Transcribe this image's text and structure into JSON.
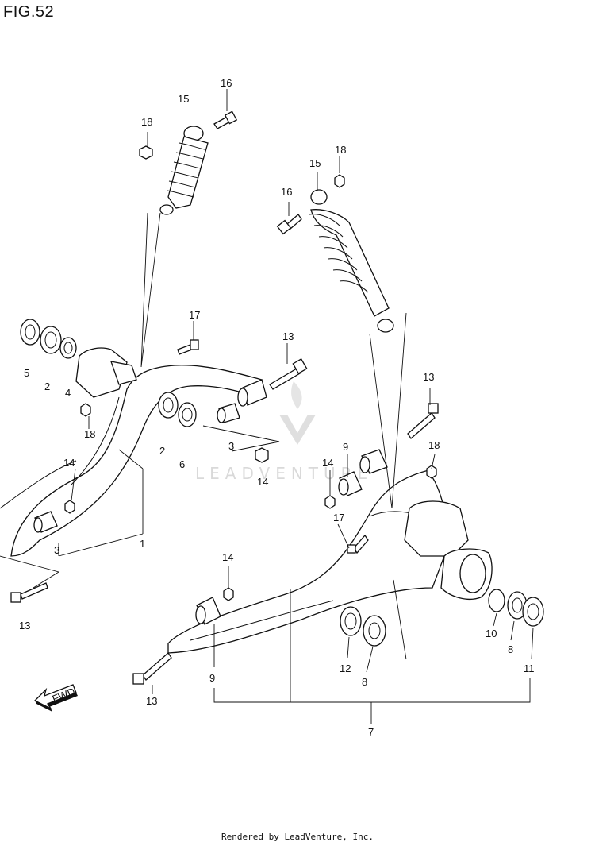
{
  "figure": {
    "title": "FIG.52"
  },
  "watermark": {
    "text": "LEADVENTURE",
    "color": "#d5d5d5"
  },
  "callouts": {
    "c_16a": "16",
    "c_15a": "15",
    "c_18a": "18",
    "c_5": "5",
    "c_2a": "2",
    "c_4": "4",
    "c_17a": "17",
    "c_13a": "13",
    "c_18b": "18",
    "c_2b": "2",
    "c_6": "6",
    "c_3a": "3",
    "c_14a": "14",
    "c_14b": "14",
    "c_3b": "3",
    "c_1": "1",
    "c_13b": "13",
    "c_18c": "18",
    "c_15b": "15",
    "c_16b": "16",
    "c_13c": "13",
    "c_9a": "9",
    "c_14c": "14",
    "c_18d": "18",
    "c_17b": "17",
    "c_14d": "14",
    "c_10": "10",
    "c_8a": "8",
    "c_11": "11",
    "c_12": "12",
    "c_8b": "8",
    "c_9b": "9",
    "c_13d": "13",
    "c_7": "7"
  },
  "fwd_badge": {
    "label": "FWD",
    "icon": "forward-arrow-icon"
  },
  "footer": {
    "text": "Rendered by LeadVenture, Inc."
  }
}
